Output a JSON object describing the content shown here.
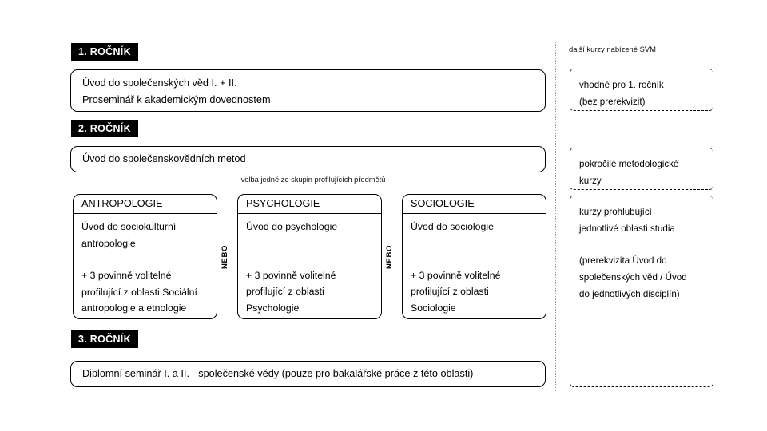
{
  "years": [
    {
      "badge": "1. ROČNÍK",
      "courses": [
        "Úvod do společenských věd I. + II.",
        "Proseminář k akademickým dovednostem"
      ]
    },
    {
      "badge": "2. ROČNÍK",
      "courses": [
        "Úvod do společenskovědních metod"
      ]
    },
    {
      "badge": "3. ROČNÍK",
      "courses": [
        "Diplomní seminář I. a II. - společenské vědy (pouze pro bakalářské práce z této oblasti)"
      ]
    }
  ],
  "choice_divider": {
    "caption": "volba jedné ze skupin profilujících předmětů"
  },
  "connector": {
    "label": "NEBO"
  },
  "profile_groups": [
    {
      "title": "ANTROPOLOGIE",
      "intro": [
        "Úvod do sociokulturní",
        "antropologie"
      ],
      "electives": [
        "+ 3 povinně volitelné",
        "profilující z oblasti Sociální",
        "antropologie a etnologie"
      ]
    },
    {
      "title": "PSYCHOLOGIE",
      "intro": [
        "Úvod do psychologie"
      ],
      "electives": [
        "+ 3 povinně volitelné",
        "profilující z oblasti",
        "Psychologie"
      ]
    },
    {
      "title": "SOCIOLOGIE",
      "intro": [
        "Úvod do sociologie"
      ],
      "electives": [
        "+ 3 povinně volitelné",
        "profilující z oblasti",
        "Sociologie"
      ]
    }
  ],
  "side_panel": {
    "title": "další kurzy nabízené SVM",
    "notes": [
      {
        "lines_a": [
          "vhodné pro 1. ročník",
          "(bez prerekvizit)"
        ],
        "lines_b": []
      },
      {
        "lines_a": [
          "pokročilé metodologické",
          "kurzy"
        ],
        "lines_b": []
      },
      {
        "lines_a": [
          "kurzy prohlubující",
          "jednotlivé oblasti studia"
        ],
        "lines_b": [
          "(prerekvizita Úvod do",
          "společenských věd / Úvod",
          "do jednotlivých disciplín)"
        ]
      }
    ]
  },
  "colors": {
    "badge_bg": "#000000",
    "badge_fg": "#ffffff",
    "stroke": "#000000",
    "divider": "#9a9a9a"
  }
}
